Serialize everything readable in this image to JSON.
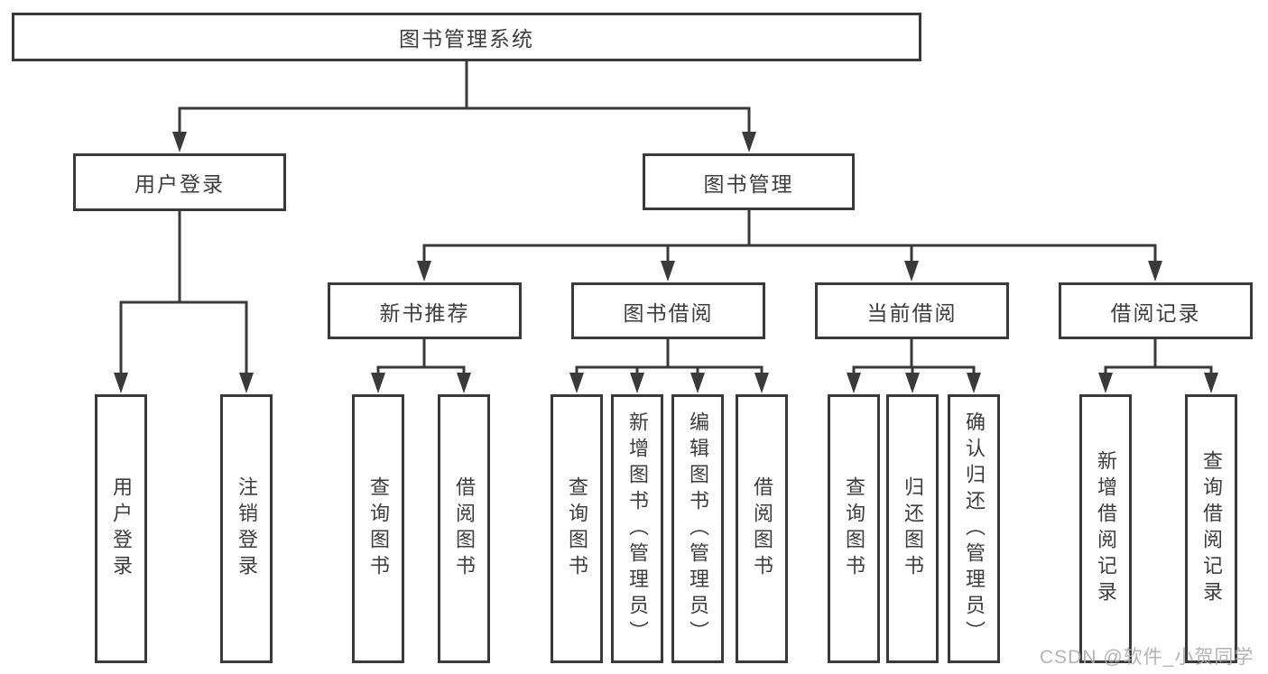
{
  "root": {
    "label": "图书管理系统"
  },
  "branches": [
    {
      "label": "用户登录",
      "leaves": [
        {
          "label": "用户登录"
        },
        {
          "label": "注销登录"
        }
      ]
    },
    {
      "label": "图书管理",
      "groups": [
        {
          "label": "新书推荐",
          "leaves": [
            {
              "label": "查询图书"
            },
            {
              "label": "借阅图书"
            }
          ]
        },
        {
          "label": "图书借阅",
          "leaves": [
            {
              "label": "查询图书"
            },
            {
              "label": "新增图书（管理员）"
            },
            {
              "label": "编辑图书（管理员）"
            },
            {
              "label": "借阅图书"
            }
          ]
        },
        {
          "label": "当前借阅",
          "leaves": [
            {
              "label": "查询图书"
            },
            {
              "label": "归还图书"
            },
            {
              "label": "确认归还（管理员）"
            }
          ]
        },
        {
          "label": "借阅记录",
          "leaves": [
            {
              "label": "新增借阅记录"
            },
            {
              "label": "查询借阅记录"
            }
          ]
        }
      ]
    }
  ],
  "watermark": "CSDN @软件_小贺同学",
  "colors": {
    "line": "#3a3a3a",
    "text": "#3d3d3d",
    "box_bg": "#ffffff",
    "watermark": "#acacac"
  }
}
